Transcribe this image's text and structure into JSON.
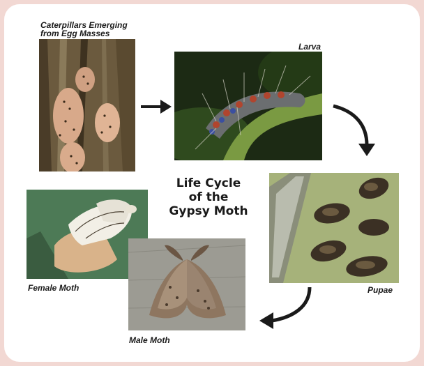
{
  "diagram": {
    "title_lines": [
      "Life Cycle",
      "of the",
      "Gypsy Moth"
    ],
    "stages": {
      "eggs": "Caterpillars Emerging\nfrom Egg Masses",
      "larva": "Larva",
      "pupae": "Pupae",
      "male": "Male Moth",
      "female": "Female Moth"
    }
  },
  "colors": {
    "background": "#f2d8d3",
    "card": "#ffffff",
    "arrow": "#1a1a1a"
  }
}
